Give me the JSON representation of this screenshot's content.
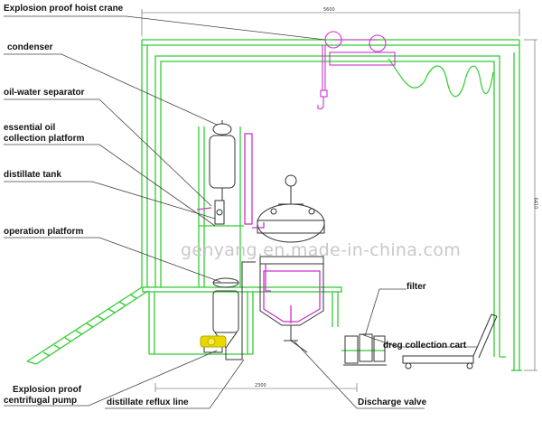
{
  "labels": {
    "hoist_crane": "Explosion proof hoist crane",
    "condenser": "condenser",
    "oil_water_separator": "oil-water separator",
    "essential_oil_line1": "essential oil",
    "essential_oil_line2": "collection platform",
    "distillate_tank": "distillate tank",
    "operation_platform": "operation platform",
    "filter": "filter",
    "dreg_cart": "dreg collection cart",
    "pump_line1": "Explosion proof",
    "pump_line2": "centrifugal pump",
    "reflux_line": "distillate reflux line",
    "discharge_valve": "Discharge valve"
  },
  "watermark": "genyang.en.made-in-china.com",
  "dimensions": {
    "top": "5600",
    "side": "6410",
    "bottom": "2300"
  },
  "colors": {
    "frame": "#33cc33",
    "pipe": "#cc33cc",
    "line": "#333333",
    "pump": "#e8d800"
  }
}
